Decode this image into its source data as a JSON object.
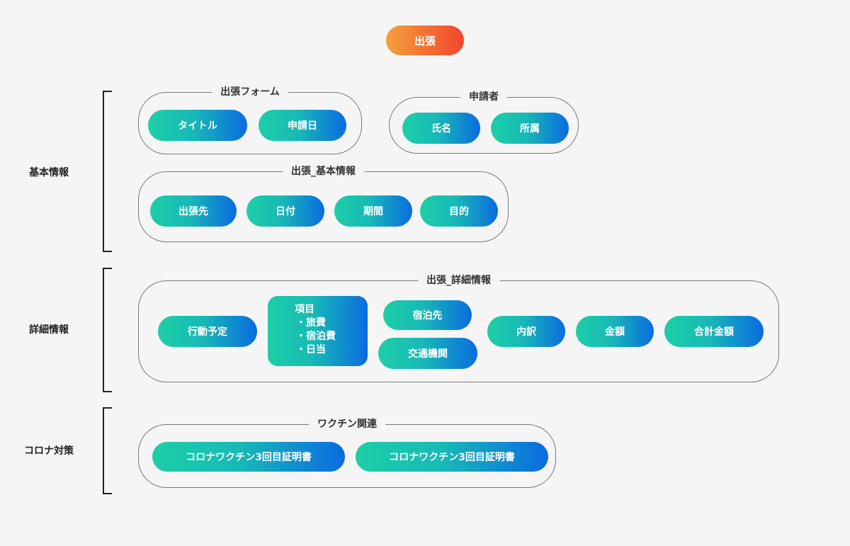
{
  "root": {
    "label": "出張"
  },
  "sections": {
    "basic": {
      "label": "基本情報"
    },
    "detail": {
      "label": "詳細情報"
    },
    "corona": {
      "label": "コロナ対策"
    }
  },
  "groups": {
    "form": {
      "title": "出張フォーム",
      "items": [
        "タイトル",
        "申請日"
      ]
    },
    "applicant": {
      "title": "申請者",
      "items": [
        "氏名",
        "所属"
      ]
    },
    "trip_basic": {
      "title": "出張_基本情報",
      "items": [
        "出張先",
        "日付",
        "期間",
        "目的"
      ]
    },
    "trip_detail": {
      "title": "出張_詳細情報",
      "action": "行動予定",
      "item_card": {
        "title": "項目",
        "items": [
          "・旅費",
          "・宿泊費",
          "・日当"
        ]
      },
      "lodging": "宿泊先",
      "transport": "交通機関",
      "breakdown": "内訳",
      "amount": "金額",
      "total": "合計金額"
    },
    "vaccine": {
      "title": "ワクチン関連",
      "items": [
        "コロナワクチン3回目証明書",
        "コロナワクチン3回目証明書"
      ]
    }
  },
  "colors": {
    "root_gradient": [
      "#f5a03a",
      "#f2452d"
    ],
    "pill_gradient": [
      "#1ccfa6",
      "#0a6be0"
    ],
    "background": "#f5f5f5"
  }
}
